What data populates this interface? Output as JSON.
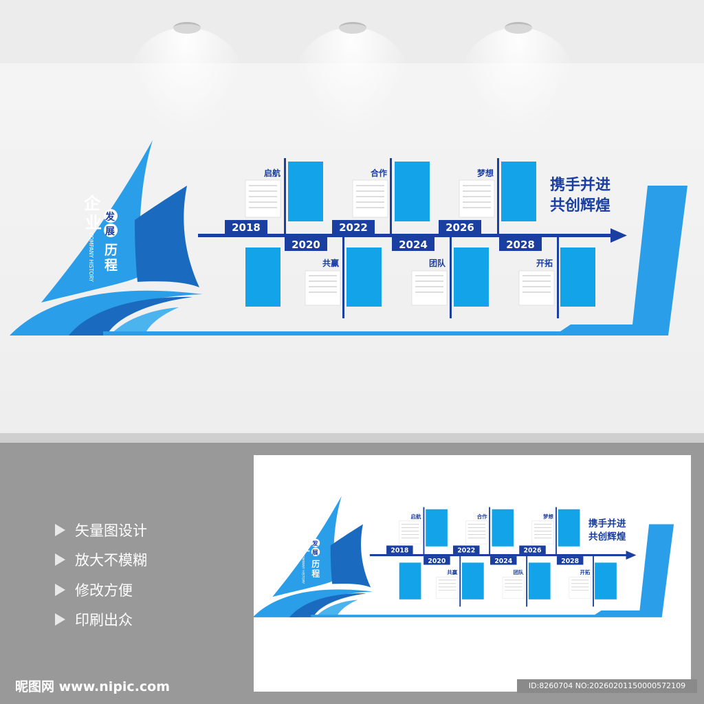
{
  "timeline": {
    "vertical_title": [
      "企",
      "业",
      "发",
      "展",
      "历",
      "程"
    ],
    "subtitle_en": "COMPANY HISTORY",
    "years": [
      "2018",
      "2020",
      "2022",
      "2024",
      "2026",
      "2028"
    ],
    "top_labels": [
      "启航",
      "合作",
      "梦想"
    ],
    "bottom_labels": [
      "共赢",
      "团队",
      "开拓"
    ],
    "slogan_line1": "携手并进",
    "slogan_line2": "共创辉煌"
  },
  "features": [
    "矢量图设计",
    "放大不模糊",
    "修改方便",
    "印刷出众"
  ],
  "footer": {
    "logo": "昵图网 www.nipic.com",
    "id": "ID:8260704 NO:20260201150000572109"
  },
  "colors": {
    "brand_blue": "#1a3fa0",
    "light_blue": "#12a3e8",
    "sail_blue": "#2a8fd6"
  }
}
